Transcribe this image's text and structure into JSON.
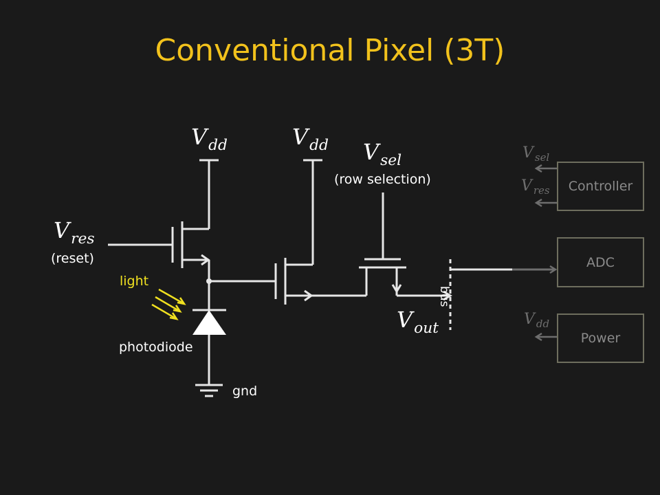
{
  "title": "Conventional Pixel (3T)",
  "voltages": {
    "vdd1": {
      "main": "V",
      "sub": "dd"
    },
    "vdd2": {
      "main": "V",
      "sub": "dd"
    },
    "vsel": {
      "main": "V",
      "sub": "sel"
    },
    "vres": {
      "main": "V",
      "sub": "res"
    },
    "vout": {
      "main": "V",
      "sub": "out"
    }
  },
  "labels": {
    "row_selection": "(row selection)",
    "reset": "(reset)",
    "light": "light",
    "photodiode": "photodiode",
    "gnd": "gnd",
    "bus": "bus"
  },
  "blocks": {
    "controller": "Controller",
    "adc": "ADC",
    "power": "Power"
  },
  "side_signals": {
    "vsel": {
      "main": "V",
      "sub": "sel"
    },
    "vres": {
      "main": "V",
      "sub": "res"
    },
    "vdd": {
      "main": "V",
      "sub": "dd"
    }
  },
  "colors": {
    "background": "#1a1a1a",
    "title": "#f2c21c",
    "wire": "#e6e6e6",
    "light": "#f0e020",
    "block_border": "#6e6e5e",
    "muted": "#6e6e6e"
  }
}
